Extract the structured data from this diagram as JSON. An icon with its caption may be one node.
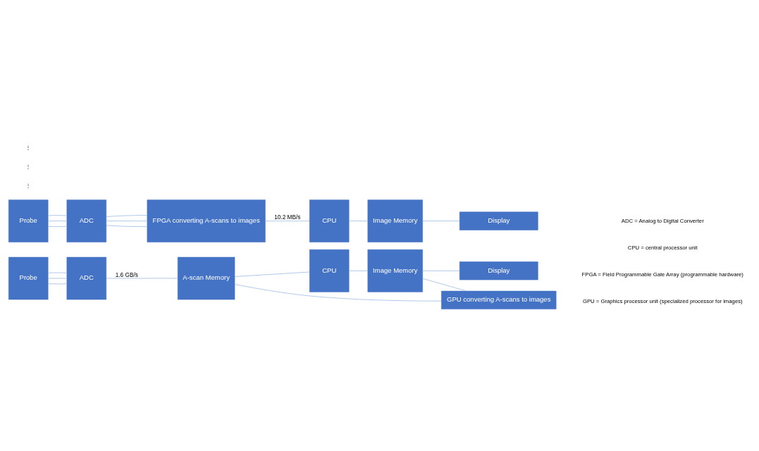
{
  "diagram": {
    "nodes": [
      {
        "text": [
          "Probe"
        ]
      },
      {
        "text": [
          "ADC"
        ]
      },
      {
        "text": [
          "FPGA converting A-scans to images"
        ]
      },
      {
        "text": [
          "Display"
        ]
      },
      {
        "text": [
          "CPU"
        ]
      },
      {
        "text": [
          "Image Memory"
        ]
      },
      {
        "text": [
          "Probe"
        ]
      },
      {
        "text": [
          "ADC"
        ]
      },
      {
        "text": [
          "Display"
        ]
      },
      {
        "text": [
          "A-scan Memory"
        ]
      },
      {
        "text": [
          "CPU"
        ]
      },
      {
        "text": [
          "Image Memory"
        ]
      },
      {
        "text": [
          "GPU converting A-scans to images"
        ]
      }
    ],
    "edges": [
      {
        "from": 0,
        "to": 1,
        "arrow": "none"
      },
      {
        "from": 0,
        "to": 1,
        "arrow": "none"
      },
      {
        "from": 0,
        "to": 1,
        "arrow": "none"
      },
      {
        "from": 1,
        "to": 2,
        "arrow": "none"
      },
      {
        "from": 1,
        "to": 2,
        "arrow": "none"
      },
      {
        "from": 1,
        "to": 2,
        "arrow": "none"
      },
      {
        "from": 2,
        "to": 4,
        "arrow": "none",
        "label": "10.2 MB/s"
      },
      {
        "from": 4,
        "to": 5,
        "arrow": "none"
      },
      {
        "from": 5,
        "to": 3,
        "arrow": "none"
      },
      {
        "from": 6,
        "to": 7,
        "arrow": "none"
      },
      {
        "from": 6,
        "to": 7,
        "arrow": "none"
      },
      {
        "from": 6,
        "to": 7,
        "arrow": "none"
      },
      {
        "from": 7,
        "to": 9,
        "arrow": "none",
        "label": "1.6 GB/s"
      },
      {
        "from": 9,
        "to": 10,
        "arrow": "none"
      },
      {
        "from": 10,
        "to": 11,
        "arrow": "none"
      },
      {
        "from": 11,
        "to": 8,
        "arrow": "none"
      },
      {
        "from": 9,
        "to": 12,
        "arrow": "none"
      },
      {
        "from": 11,
        "to": 12,
        "arrow": "none"
      }
    ],
    "labels": [
      "⋮",
      "⋮",
      "ADC = Analog to Digital Converter",
      "CPU = central processor unit",
      "FPGA = Field Programmable Gate Array (programmable hardware)",
      "GPU = Graphics processor unit (specialized processor for images)",
      "⋮"
    ]
  }
}
